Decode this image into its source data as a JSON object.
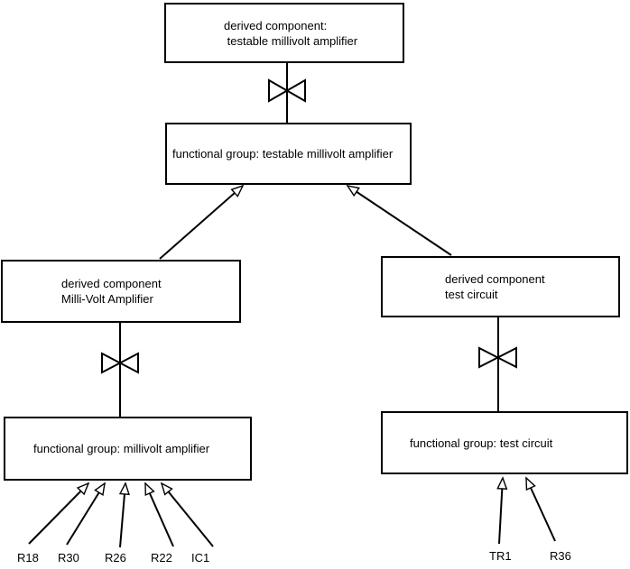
{
  "canvas": {
    "background_color": "#ffffff",
    "line_color": "#000000",
    "text_color": "#000000"
  },
  "nodes": {
    "top_derived": {
      "line1": "derived component:",
      "line2": " testable millivolt amplifier"
    },
    "fg_testable": {
      "label": "functional group: testable millivolt amplifier"
    },
    "dc_mva": {
      "line1": "derived component",
      "line2": "Milli-Volt Amplifier"
    },
    "fg_mva": {
      "label": "functional group: millivolt amplifier"
    },
    "dc_tc": {
      "line1": "derived component",
      "line2": "test circuit"
    },
    "fg_tc": {
      "label": "functional group: test circuit"
    }
  },
  "leaves": {
    "left": [
      {
        "label": "R18"
      },
      {
        "label": "R30"
      },
      {
        "label": "R26"
      },
      {
        "label": "R22"
      },
      {
        "label": "IC1"
      }
    ],
    "right": [
      {
        "label": "TR1"
      },
      {
        "label": "R36"
      }
    ]
  },
  "symbols": {
    "bowtie": "bowtie-derivation-symbol",
    "arrowhead": "open-arrowhead"
  }
}
